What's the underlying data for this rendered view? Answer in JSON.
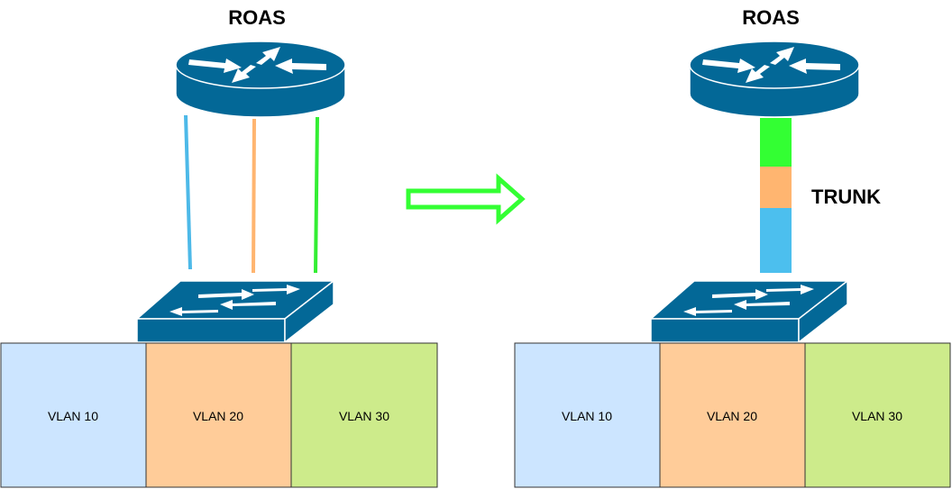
{
  "left": {
    "title": "ROAS",
    "vlans": [
      {
        "label": "VLAN 10",
        "color": "#cce5ff"
      },
      {
        "label": "VLAN 20",
        "color": "#ffcc99"
      },
      {
        "label": "VLAN 30",
        "color": "#cdeb8b"
      }
    ],
    "links": [
      {
        "vlan": "VLAN 10",
        "color": "#4db9e8"
      },
      {
        "vlan": "VLAN 20",
        "color": "#ffb570"
      },
      {
        "vlan": "VLAN 30",
        "color": "#33ee33"
      }
    ]
  },
  "right": {
    "title": "ROAS",
    "trunk_label": "TRUNK",
    "trunk_segments": [
      {
        "vlan": "VLAN 30",
        "color": "#33ff33"
      },
      {
        "vlan": "VLAN 20",
        "color": "#ffb570"
      },
      {
        "vlan": "VLAN 10",
        "color": "#4cbfee"
      }
    ],
    "vlans": [
      {
        "label": "VLAN 10",
        "color": "#cce5ff"
      },
      {
        "label": "VLAN 20",
        "color": "#ffcc99"
      },
      {
        "label": "VLAN 30",
        "color": "#cdeb8b"
      }
    ]
  },
  "colors": {
    "device": "#036897",
    "arrow": "#33ff33",
    "icon_arrows": "#ffffff"
  }
}
